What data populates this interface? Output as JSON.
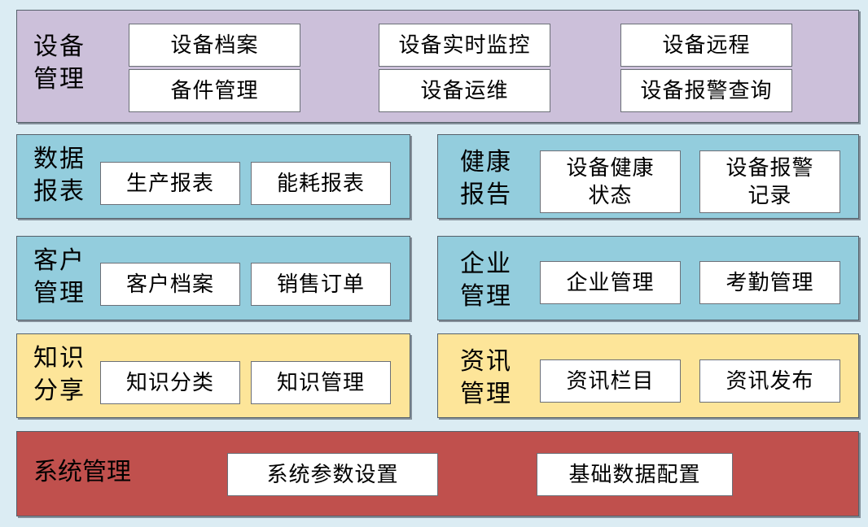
{
  "colors": {
    "background": "#dbecf3",
    "equipment": "#ccc0da",
    "reports": "#93cddd",
    "knowledge": "#fde599",
    "system": "#c0504d",
    "item_box": "#ffffff"
  },
  "modules": {
    "equipment": {
      "title": "设备\n管理",
      "items": [
        "设备档案",
        "设备实时监控",
        "设备远程",
        "备件管理",
        "设备运维",
        "设备报警查询"
      ]
    },
    "data_reports": {
      "title": "数据\n报表",
      "items": [
        "生产报表",
        "能耗报表"
      ]
    },
    "health_report": {
      "title": "健康\n报告",
      "items": [
        "设备健康\n状态",
        "设备报警\n记录"
      ]
    },
    "customer": {
      "title": "客户\n管理",
      "items": [
        "客户档案",
        "销售订单"
      ]
    },
    "enterprise": {
      "title": "企业\n管理",
      "items": [
        "企业管理",
        "考勤管理"
      ]
    },
    "knowledge": {
      "title": "知识\n分享",
      "items": [
        "知识分类",
        "知识管理"
      ]
    },
    "news": {
      "title": "资讯\n管理",
      "items": [
        "资讯栏目",
        "资讯发布"
      ]
    },
    "system": {
      "title": "系统管理",
      "items": [
        "系统参数设置",
        "基础数据配置"
      ]
    }
  }
}
